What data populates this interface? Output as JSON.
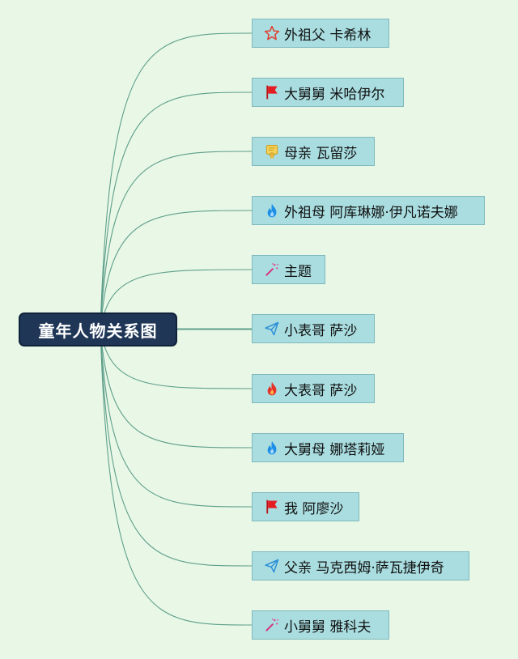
{
  "root": {
    "label": "童年人物关系图"
  },
  "nodes": [
    {
      "label": "外祖父 卡希林",
      "icon": "star-outline-icon"
    },
    {
      "label": "大舅舅 米哈伊尔",
      "icon": "red-flag-icon"
    },
    {
      "label": "母亲 瓦留莎",
      "icon": "certificate-badge-icon"
    },
    {
      "label": "外祖母 阿库琳娜·伊凡诺夫娜",
      "icon": "blue-flame-icon"
    },
    {
      "label": "主题",
      "icon": "magic-wand-icon"
    },
    {
      "label": "小表哥 萨沙",
      "icon": "paper-plane-icon"
    },
    {
      "label": "大表哥 萨沙",
      "icon": "red-flame-icon"
    },
    {
      "label": "大舅母 娜塔莉娅",
      "icon": "blue-flame-icon"
    },
    {
      "label": "我 阿廖沙",
      "icon": "red-flag-icon"
    },
    {
      "label": "父亲 马克西姆·萨瓦捷伊奇",
      "icon": "paper-plane-icon"
    },
    {
      "label": "小舅舅 雅科夫",
      "icon": "magic-wand-icon"
    }
  ],
  "colors": {
    "background": "#e9f7e6",
    "root_fill": "#1f3657",
    "node_fill": "#a9dde0",
    "connector": "#5d9f8b"
  }
}
